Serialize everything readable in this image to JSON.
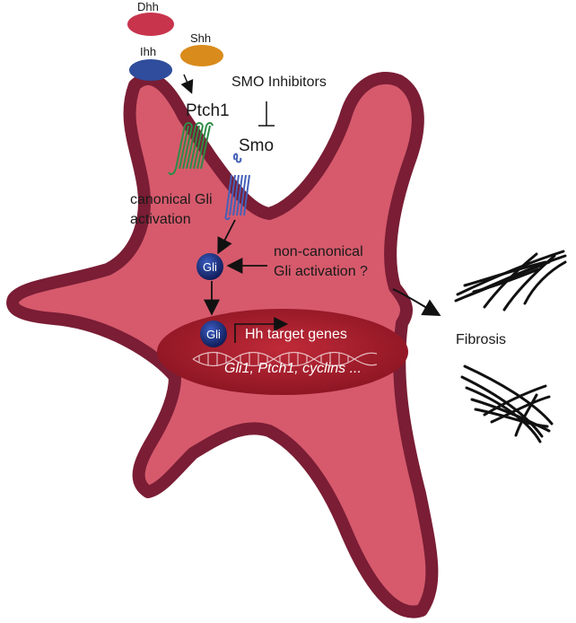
{
  "ligands": {
    "dhh": "Dhh",
    "ihh": "Ihh",
    "shh": "Shh"
  },
  "receptors": {
    "ptch1": "Ptch1",
    "smo": "Smo"
  },
  "inhibitor": "SMO Inhibitors",
  "canonical": {
    "line1": "canonical Gli",
    "line2": "activation"
  },
  "noncanonical": {
    "line1": "non-canonical",
    "line2": "Gli activation ?"
  },
  "gli_label": "Gli",
  "nucleus": {
    "target_genes": "Hh target genes",
    "gene_list": "Gli1, Ptch1, cyclins ..."
  },
  "outcome": "Fibrosis",
  "colors": {
    "cell_fill": "#d65a6c",
    "cell_border": "#7a1d35",
    "nucleus": "#a11a2a",
    "dhh": "#c8344c",
    "ihh": "#2f4d9c",
    "shh": "#d98b1c",
    "ptch1": "#2e8b45",
    "smo": "#4560b8",
    "gli": "#1c2c7c"
  }
}
